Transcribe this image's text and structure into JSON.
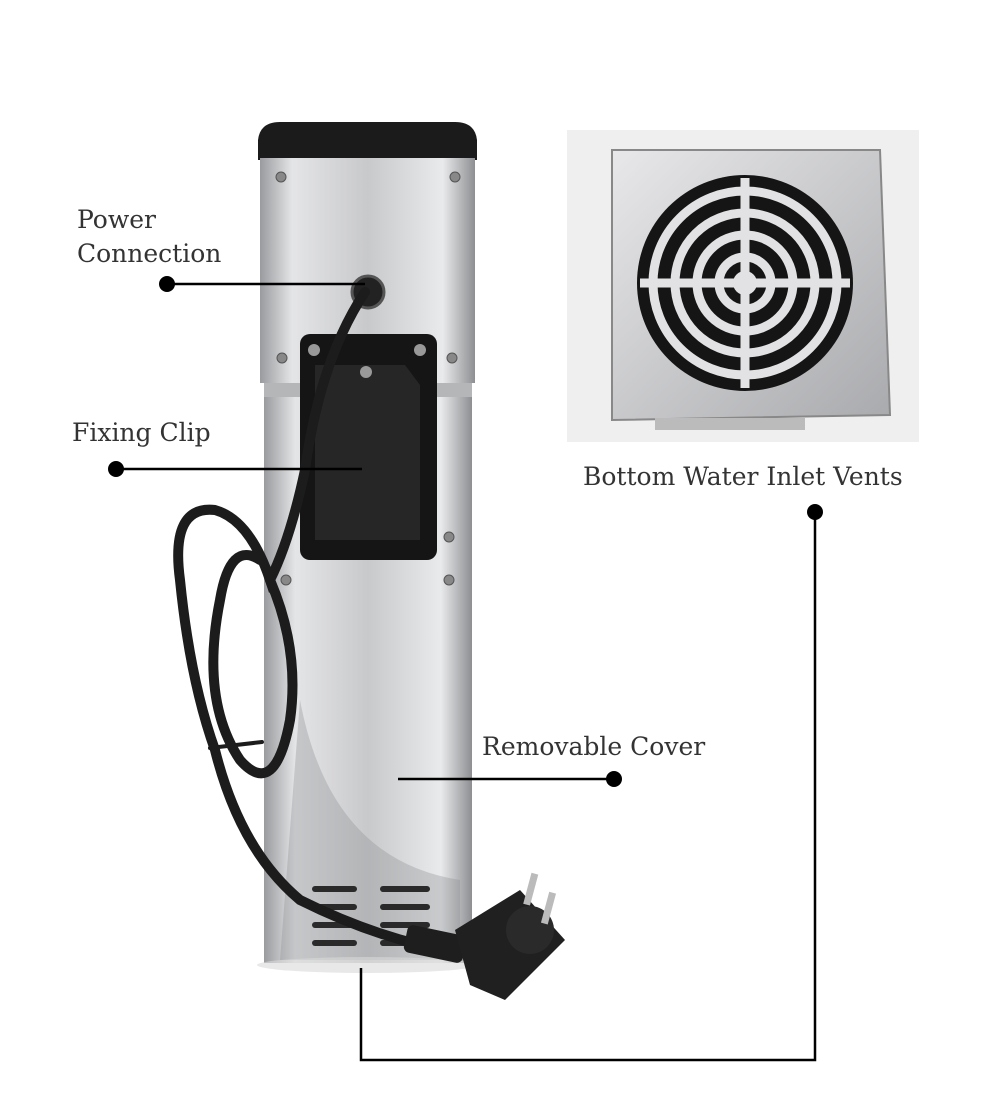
{
  "callouts": {
    "power_connection": {
      "line1": "Power",
      "line2": "Connection"
    },
    "fixing_clip": "Fixing Clip",
    "bottom_vents": "Bottom Water Inlet Vents",
    "removable_cover": "Removable Cover"
  },
  "colors": {
    "line": "#000000",
    "text": "#333333",
    "steel": "#c9cacc",
    "black_part": "#1a1a1a"
  }
}
